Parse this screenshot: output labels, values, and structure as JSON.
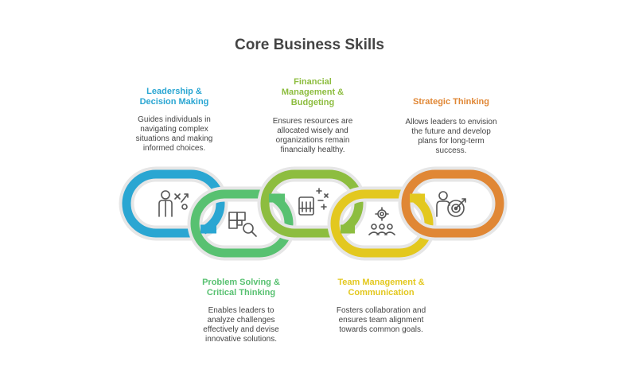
{
  "title": "Core Business Skills",
  "colors": {
    "blue": "#2aa6d2",
    "green": "#58c171",
    "lime": "#8dbd3f",
    "yellow": "#e3c81f",
    "orange": "#e08735",
    "icon": "#555555"
  },
  "skills": {
    "leadership": {
      "heading": [
        "Leadership &",
        "Decision Making"
      ],
      "description": [
        "Guides individuals in",
        "navigating complex",
        "situations and making",
        "informed choices."
      ],
      "icon": "person-decision-icon"
    },
    "financial": {
      "heading": [
        "Financial",
        "Management &",
        "Budgeting"
      ],
      "description": [
        "Ensures resources are",
        "allocated wisely and",
        "organizations remain",
        "financially healthy."
      ],
      "icon": "budget-calculator-icon"
    },
    "strategic": {
      "heading": [
        "Strategic Thinking"
      ],
      "description": [
        "Allows leaders to envision",
        "the future and develop",
        "plans for long-term",
        "success."
      ],
      "icon": "person-target-icon"
    },
    "problem": {
      "heading": [
        "Problem Solving &",
        "Critical Thinking"
      ],
      "description": [
        "Enables leaders to",
        "analyze challenges",
        "effectively and devise",
        "innovative solutions."
      ],
      "icon": "puzzle-search-icon"
    },
    "team": {
      "heading": [
        "Team Management &",
        "Communication"
      ],
      "description": [
        "Fosters collaboration and",
        "ensures team alignment",
        "towards common goals."
      ],
      "icon": "team-gear-icon"
    }
  }
}
